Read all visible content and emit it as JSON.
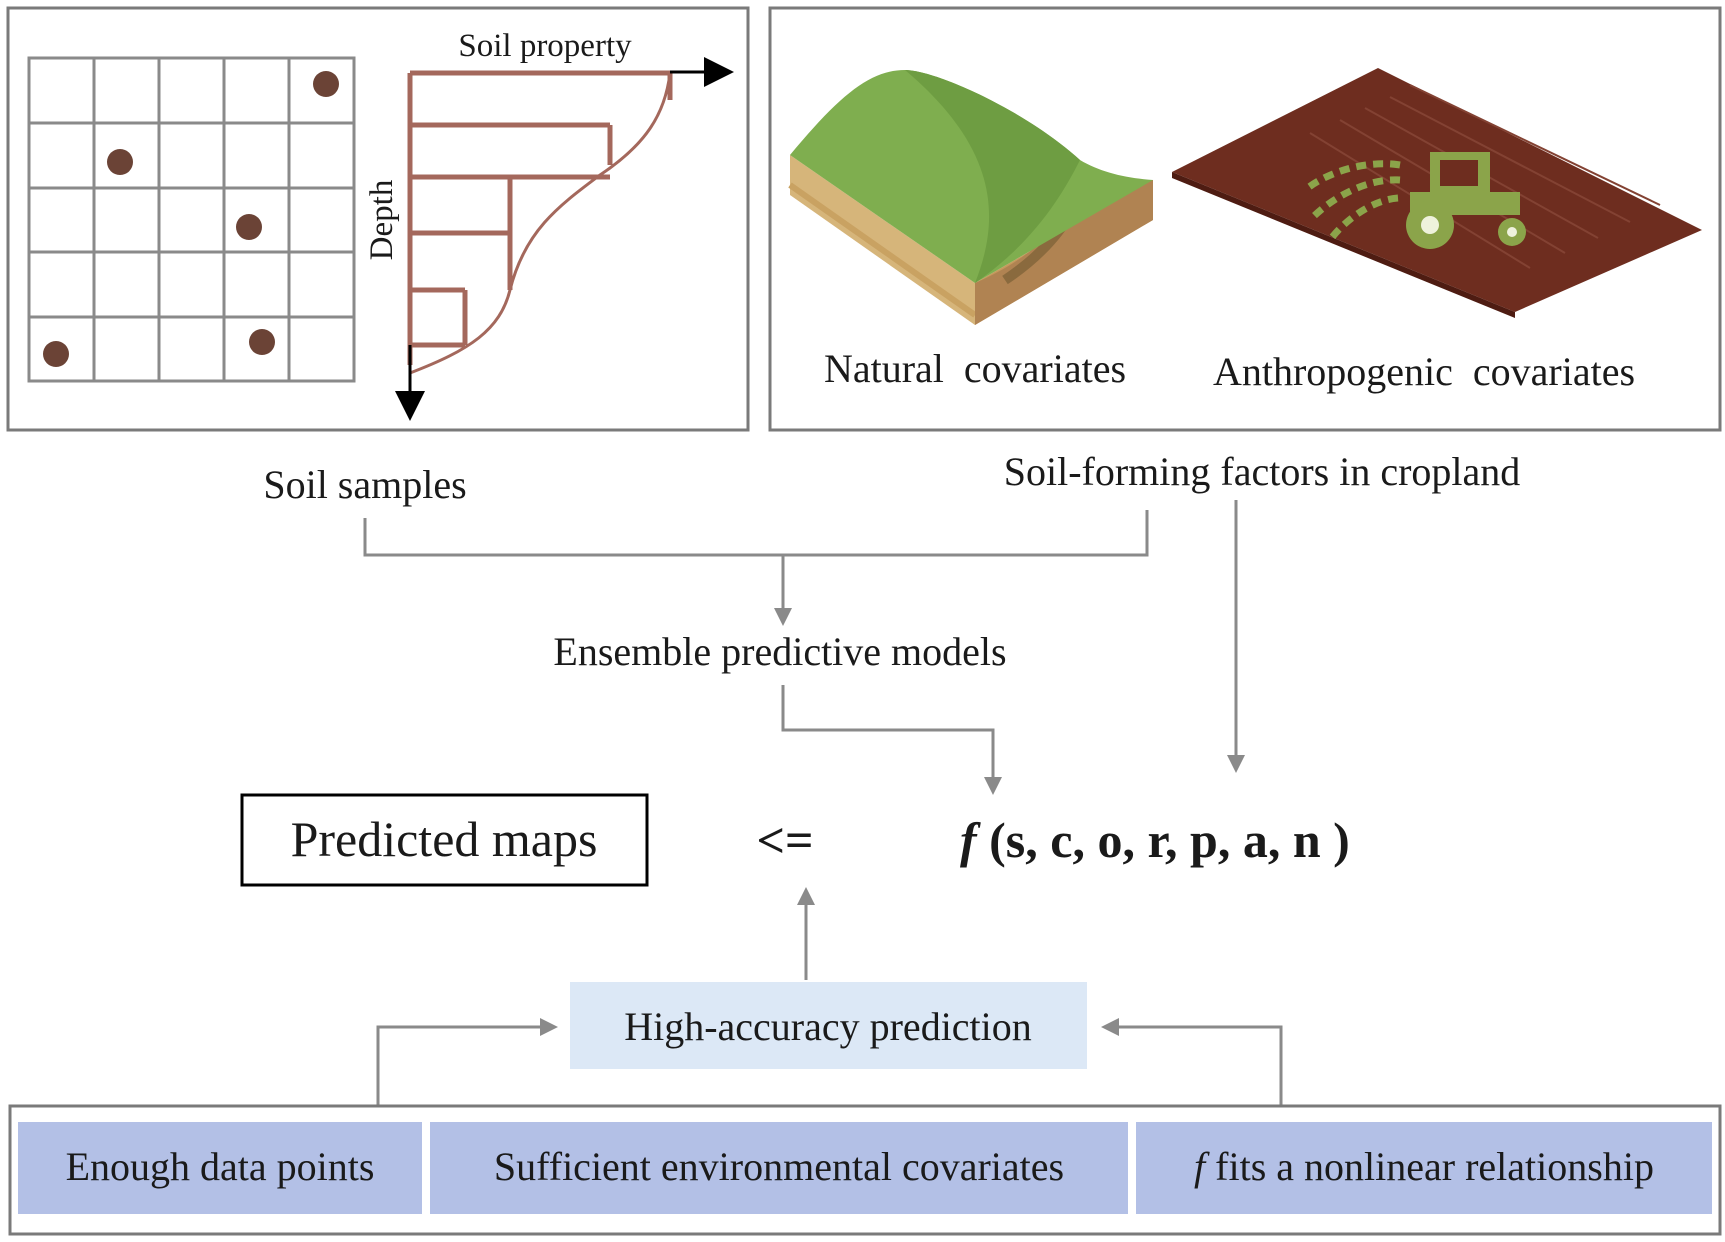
{
  "figure": {
    "soil_property_label": "Soil property",
    "depth_label": "Depth",
    "soil_samples_label": "Soil samples",
    "natural_covariates_label": "Natural  covariates",
    "anthropogenic_covariates_label": "Anthropogenic  covariates",
    "soil_forming_factors_label": "Soil-forming factors in cropland",
    "ensemble_models_label": "Ensemble predictive models",
    "predicted_maps_label": "Predicted maps",
    "arrow_symbol": "<=",
    "function_f": "f",
    "function_args": " (s, c, o, r, p, a, n )",
    "high_accuracy_label": "High-accuracy prediction",
    "condition_1": "Enough data points",
    "condition_2": "Sufficient environmental covariates",
    "condition_3_f": "f",
    "condition_3_rest": " fits a nonlinear relationship"
  },
  "colors": {
    "profile_line": "#a4685c",
    "sample_dot": "#6b4336",
    "terrain_green": "#7fae4f",
    "cropland_brown": "#6e2d1f",
    "tractor_green": "#8ba44a",
    "condition_fill": "#b3c0e6",
    "prediction_fill": "#dce8f6"
  }
}
